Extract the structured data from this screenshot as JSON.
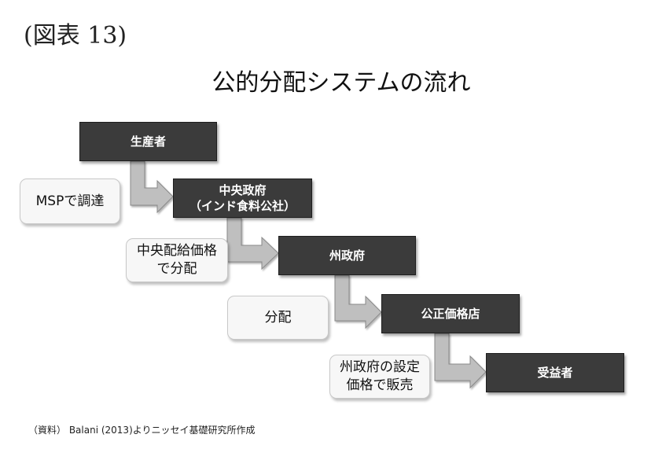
{
  "figure_label": "(図表 13)",
  "title": "公的分配システムの流れ",
  "stages": [
    {
      "lines": [
        "生産者"
      ]
    },
    {
      "lines": [
        "中央政府",
        "（インド食料公社）"
      ]
    },
    {
      "lines": [
        "州政府"
      ]
    },
    {
      "lines": [
        "公正価格店"
      ]
    },
    {
      "lines": [
        "受益者"
      ]
    }
  ],
  "transitions": [
    {
      "lines": [
        "MSPで調達"
      ]
    },
    {
      "lines": [
        "中央配給価格",
        "で分配"
      ]
    },
    {
      "lines": [
        "分配"
      ]
    },
    {
      "lines": [
        "州政府の設定",
        "価格で販売"
      ]
    }
  ],
  "source": "（資料） Balani (2013)よりニッセイ基礎研究所作成",
  "colors": {
    "stage_fill": "#3b3b3b",
    "arrow_fill": "#bfbfbf",
    "note_fill": "#f7f7f7"
  }
}
